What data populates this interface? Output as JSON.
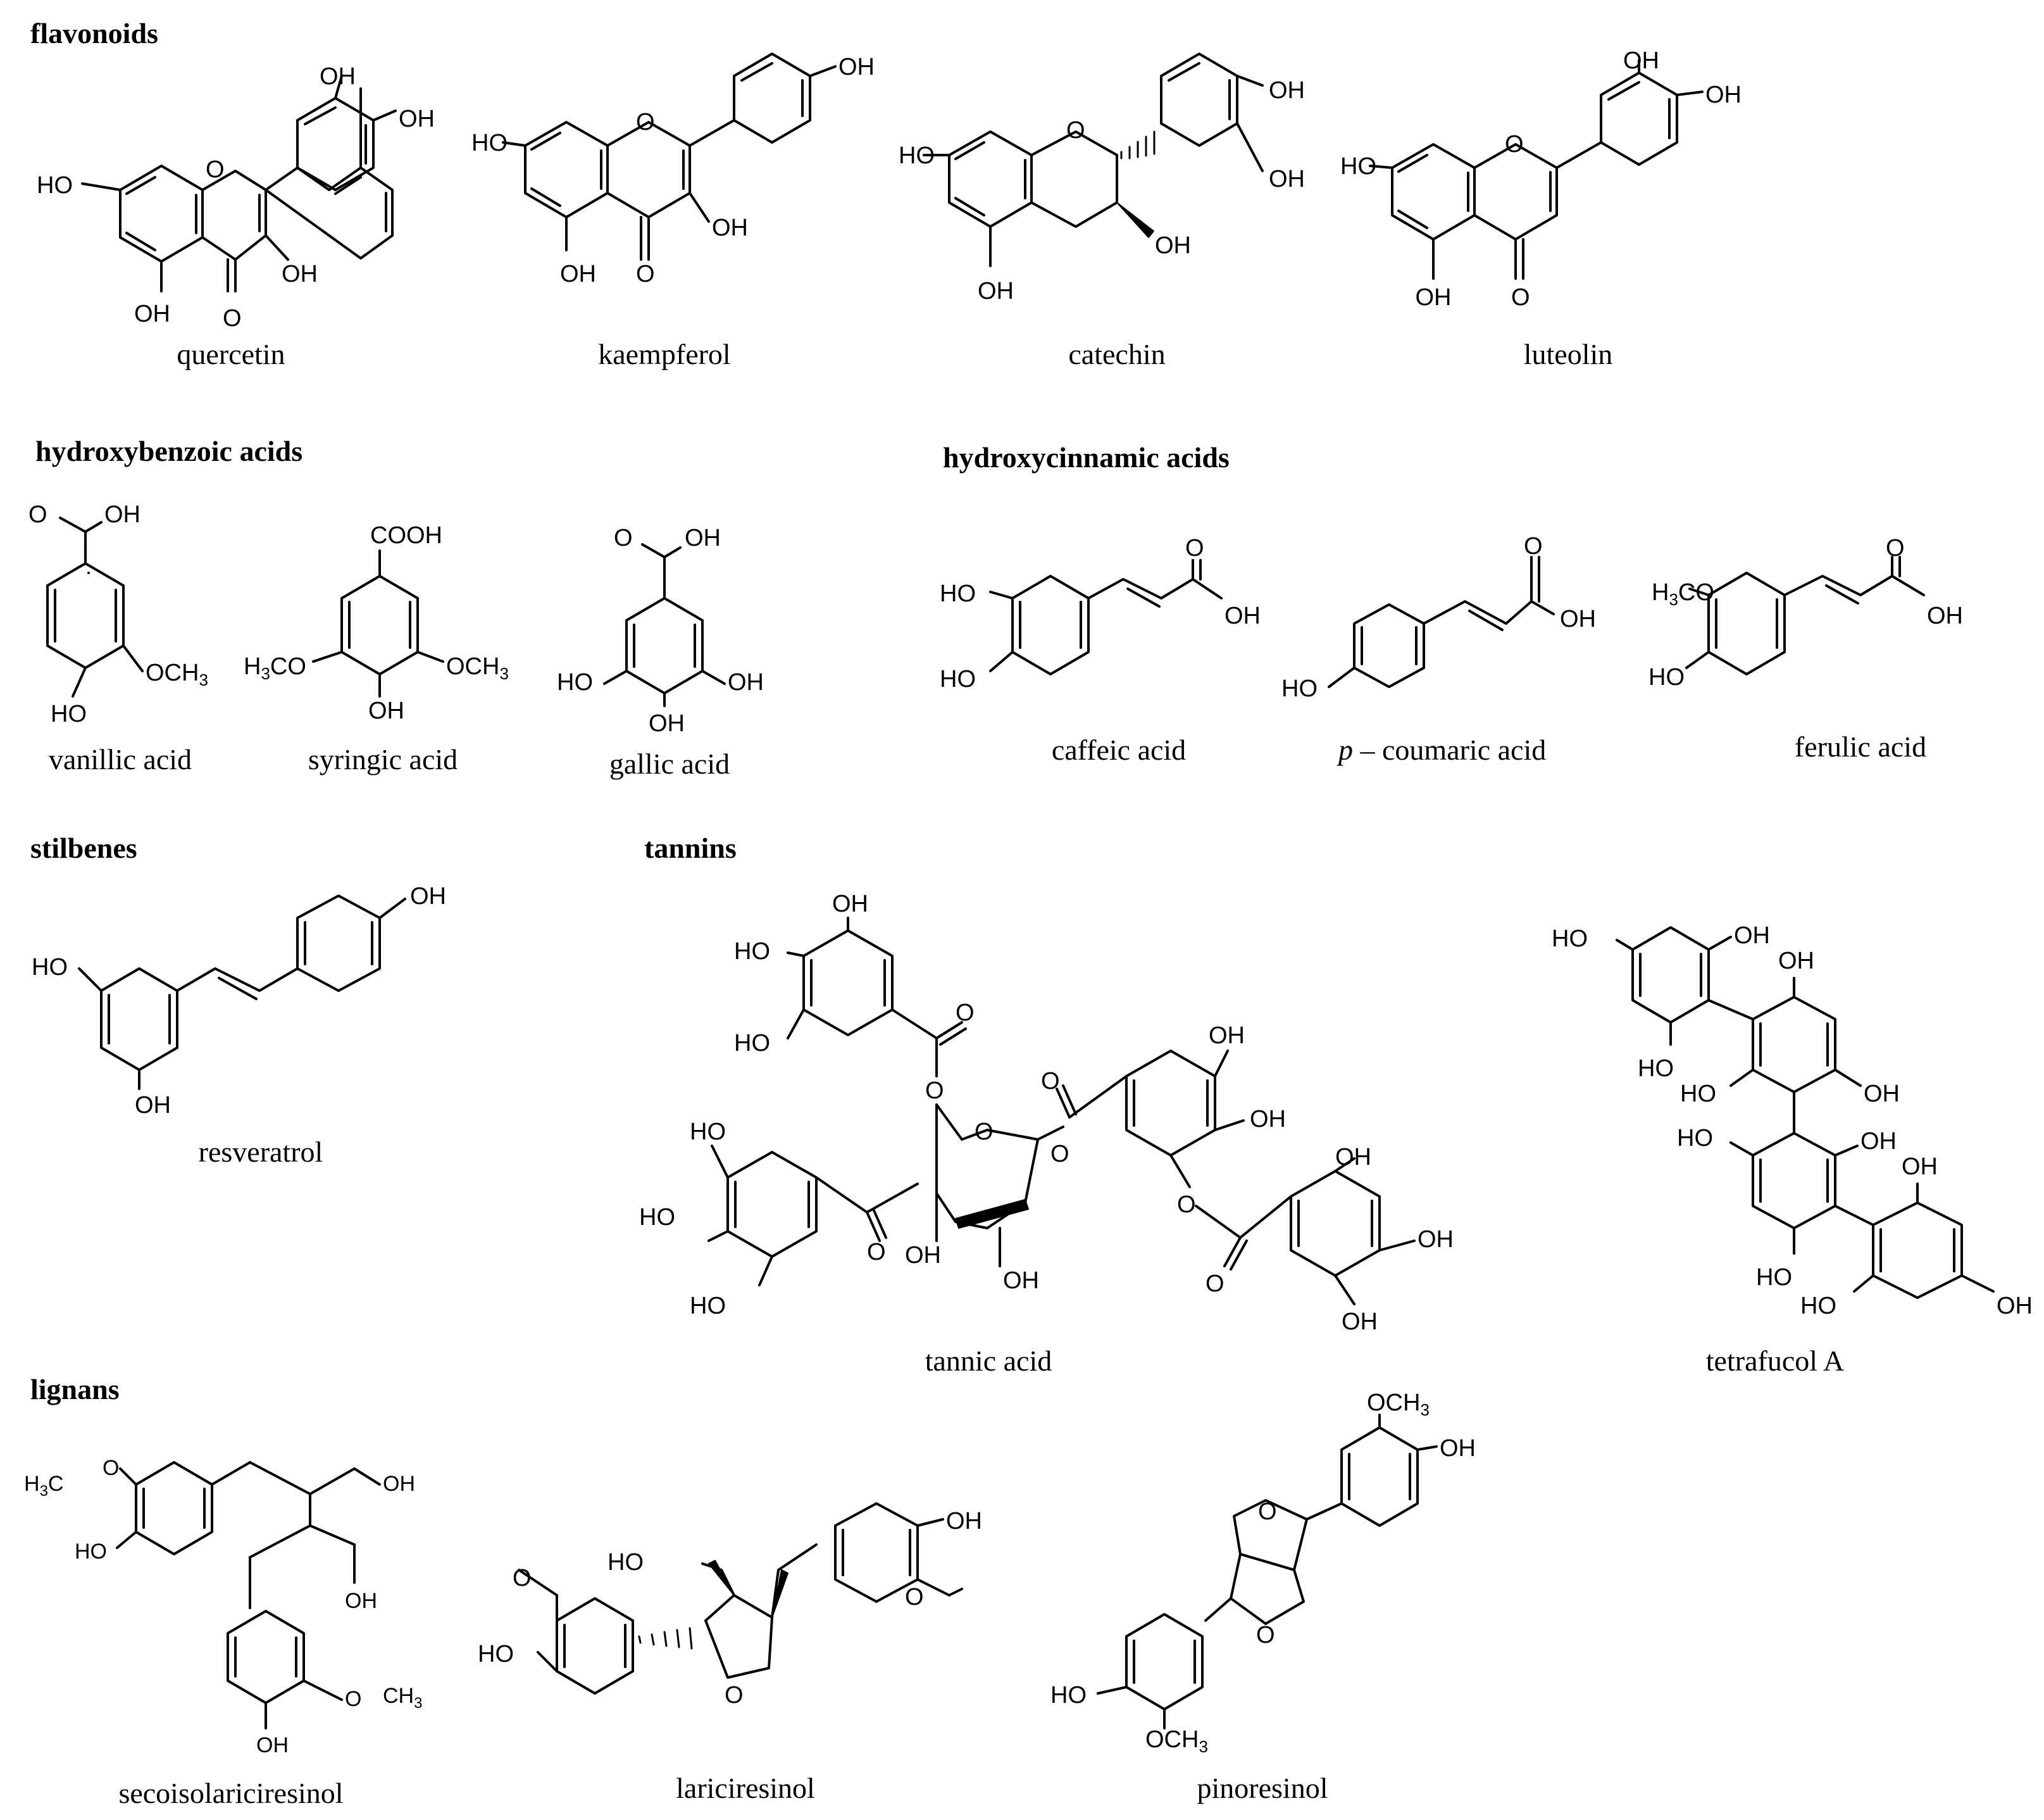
{
  "sections": {
    "flavonoids": "flavonoids",
    "hydroxybenzoic": "hydroxybenzoic acids",
    "hydroxycinnamic": "hydroxycinnamic acids",
    "stilbenes": "stilbenes",
    "tannins": "tannins",
    "lignans": "lignans"
  },
  "compounds": {
    "quercetin": "quercetin",
    "kaempferol": "kaempferol",
    "catechin": "catechin",
    "luteolin": "luteolin",
    "vanillic": "vanillic acid",
    "syringic": "syringic acid",
    "gallic": "gallic acid",
    "caffeic": "caffeic acid",
    "coumaric_p": "p",
    "coumaric_rest": " – coumaric acid",
    "ferulic": "ferulic acid",
    "resveratrol": "resveratrol",
    "tannic": "tannic acid",
    "tetrafucol": "tetrafucol A",
    "secoisolariciresinol": "secoisolariciresinol",
    "lariciresinol": "lariciresinol",
    "pinoresinol": "pinoresinol"
  },
  "atoms": {
    "OH": "OH",
    "HO": "HO",
    "O": "O",
    "OCH3": "OCH3",
    "H3CO": "H3CO",
    "COOH": "COOH",
    "H3C": "H3C",
    "CH3": "CH3"
  }
}
